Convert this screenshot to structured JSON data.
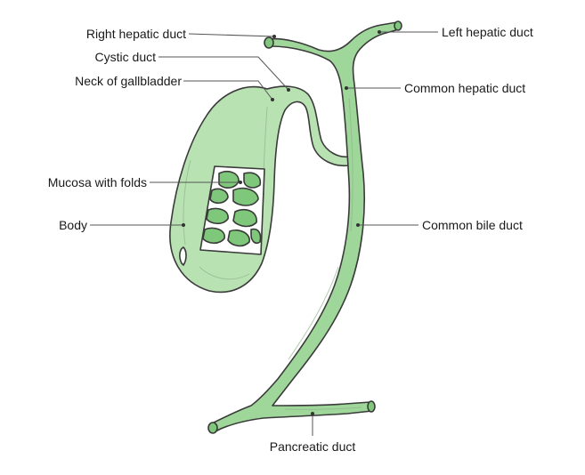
{
  "colors": {
    "duct_fill": "#9fd79a",
    "gallbladder_fill": "#b9e2b3",
    "mucosa_fill": "#7fc77a",
    "outline": "#3a3a3a"
  },
  "labels": {
    "right_hepatic_duct": "Right hepatic duct",
    "left_hepatic_duct": "Left hepatic duct",
    "cystic_duct": "Cystic duct",
    "neck_of_gallbladder": "Neck of gallbladder",
    "common_hepatic_duct": "Common hepatic duct",
    "mucosa_with_folds": "Mucosa with folds",
    "body": "Body",
    "common_bile_duct": "Common bile duct",
    "pancreatic_duct": "Pancreatic duct"
  }
}
